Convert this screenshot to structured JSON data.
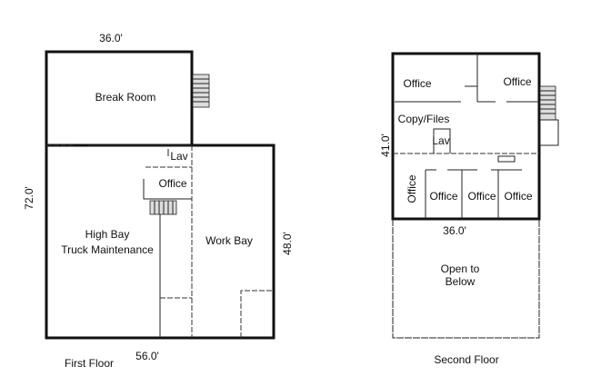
{
  "first_floor": {
    "title": "First Floor",
    "dim_top": "36.0'",
    "dim_left": "72.0'",
    "dim_right": "48.0'",
    "dim_bottom": "56.0'",
    "rooms": {
      "break_room": "Break Room",
      "lav": "Lav",
      "office": "Office",
      "high_bay_line1": "High Bay",
      "high_bay_line2": "Truck Maintenance",
      "work_bay": "Work Bay"
    }
  },
  "second_floor": {
    "title": "Second Floor",
    "dim_bottom": "36.0'",
    "dim_left": "41.0'",
    "rooms": {
      "office_top_left": "Office",
      "office_top_right": "Office",
      "copy_files": "Copy/Files",
      "lav": "Lav",
      "office_vertical": "Office",
      "office_row_1": "Office",
      "office_row_2": "Office",
      "office_row_3": "Office",
      "open_below_line1": "Open to",
      "open_below_line2": "Below"
    }
  }
}
